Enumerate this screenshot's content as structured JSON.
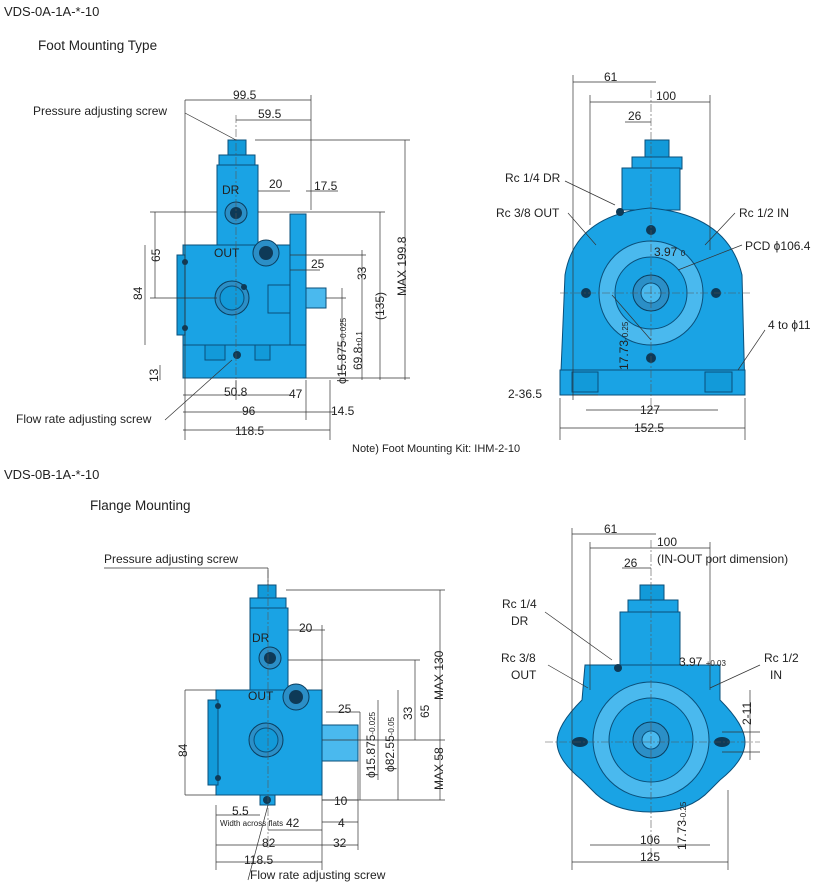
{
  "top": {
    "model": "VDS-0A-1A-*-10",
    "type": "Foot Mounting Type",
    "callouts": {
      "pressure_screw": "Pressure adjusting screw",
      "flow_screw": "Flow rate adjusting screw",
      "dr": "DR",
      "out": "OUT",
      "rc14dr": "Rc 1/4 DR",
      "rc38out": "Rc 3/8 OUT",
      "rc12in": "Rc 1/2 IN",
      "pcd": "PCD ϕ106.4",
      "holes": "4 to ϕ11"
    },
    "dims": {
      "d99_5": "99.5",
      "d59_5": "59.5",
      "d20": "20",
      "d17_5": "17.5",
      "d25": "25",
      "d65": "65",
      "d84": "84",
      "d13": "13",
      "d50_8": "50.8",
      "d47": "47",
      "d96": "96",
      "d14_5": "14.5",
      "d118_5": "118.5",
      "d33": "33",
      "d135": "(135)",
      "dmax": "MAX 199.8",
      "d69_8": "69.8",
      "d69_8_tol": "±0.1",
      "d15_875": "ϕ15.875",
      "d15_875_tol": "-0.025",
      "d15_875_tol0": "0",
      "d61": "61",
      "d100": "100",
      "d26": "26",
      "d3_97": "3.97",
      "d3_97_tol": "0",
      "d17_73": "17.73",
      "d17_73_tol": "-0.25",
      "d17_73_tol0": "0",
      "d2_36_5": "2-36.5",
      "d127": "127",
      "d152_5": "152.5"
    },
    "note": "Note) Foot Mounting Kit: IHM-2-10"
  },
  "bottom": {
    "model": "VDS-0B-1A-*-10",
    "type": "Flange Mounting",
    "callouts": {
      "pressure_screw": "Pressure adjusting screw",
      "flow_screw": "Flow rate adjusting screw",
      "dr": "DR",
      "out": "OUT",
      "rc14": "Rc 1/4",
      "dr2": "DR",
      "rc38": "Rc 3/8",
      "out2": "OUT",
      "rc12": "Rc 1/2",
      "in": "IN",
      "width_across": "Width across flats",
      "inout": "(IN-OUT port dimension)"
    },
    "dims": {
      "d20": "20",
      "d25": "25",
      "d84": "84",
      "d5_5": "5.5",
      "d42": "42",
      "d10": "10",
      "d4": "4",
      "d82": "82",
      "d32": "32",
      "d118_5": "118.5",
      "d15_875": "ϕ15.875",
      "d15_875_tol": "-0.025",
      "d82_55": "ϕ82.55",
      "d82_55_tol": "-0.05",
      "d33": "33",
      "d65": "65",
      "dmax130": "MAX 130",
      "dmax58": "MAX 58",
      "d61": "61",
      "d100": "100",
      "d26": "26",
      "d3_97": "3.97",
      "d3_97_tol": "+0.03",
      "d2_11": "2-11",
      "d17_73": "17.73",
      "d17_73_tol": "-0.25",
      "d106": "106",
      "d125": "125"
    }
  }
}
